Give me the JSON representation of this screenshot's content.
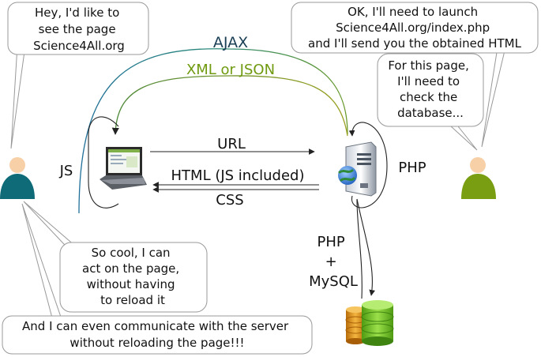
{
  "bubbles": {
    "client_request": [
      "Hey, I'd like to",
      "see the page",
      "Science4All.org"
    ],
    "server_launch": [
      "OK, I'll need to launch",
      "Science4All.org/index.php",
      "and I'll send you the obtained HTML"
    ],
    "server_database": [
      "For this page,",
      "I'll need to",
      "check the",
      "database..."
    ],
    "client_cool": [
      "So cool, I can",
      "act on the page,",
      "without having",
      "to reload it"
    ],
    "client_communicate": [
      "And I can even communicate with the server",
      "without reloading the page!!!"
    ]
  },
  "labels": {
    "ajax": "AJAX",
    "xml_json": "XML or JSON",
    "url": "URL",
    "html": "HTML (JS included)",
    "css": "CSS",
    "js": "JS",
    "php": "PHP",
    "php_mysql": [
      "PHP",
      "+",
      "MySQL"
    ]
  },
  "colors": {
    "client_person": "#0f6b78",
    "server_person": "#7a9e12",
    "ajax_line": "#1a7a80",
    "xml_json_text": "#6f9a10",
    "database_gold": "#e59412",
    "database_green": "#74c12a"
  }
}
